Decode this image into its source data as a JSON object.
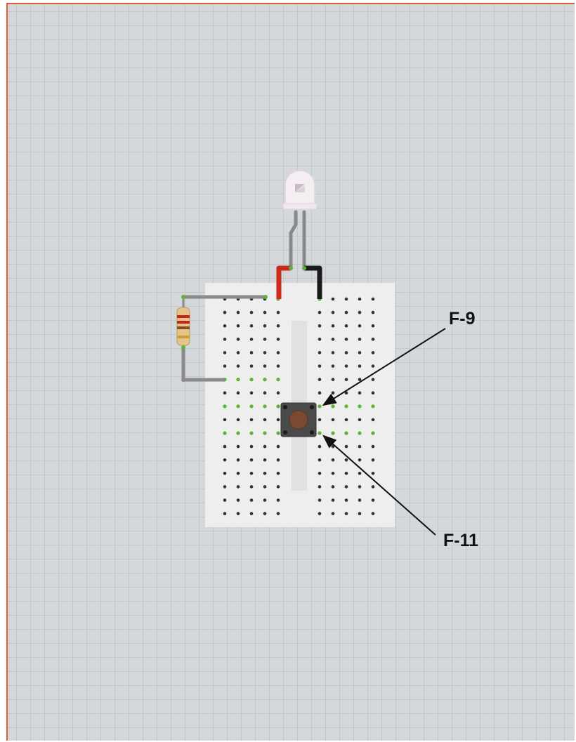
{
  "colors": {
    "grid_bg": "#d4d8db",
    "grid_line": "#c3c8cb",
    "canvas_border": "#e05a3a",
    "breadboard": "#eeeeee",
    "hole": "#333333",
    "connected_hole": "#5ab33c",
    "wire_gray": "#8a8a8a",
    "wire_red": "#cc2a1a",
    "wire_black": "#1a1a1a",
    "button_body": "#4a4a4a",
    "button_cap": "#7a4a32",
    "led": "#f4eef2"
  },
  "callouts": [
    {
      "id": "f9",
      "text": "F-9"
    },
    {
      "id": "f11",
      "text": "F-11"
    }
  ],
  "components": {
    "led": "led-icon",
    "resistor": "resistor-icon",
    "pushbutton": "pushbutton-icon",
    "breadboard": "breadboard"
  }
}
